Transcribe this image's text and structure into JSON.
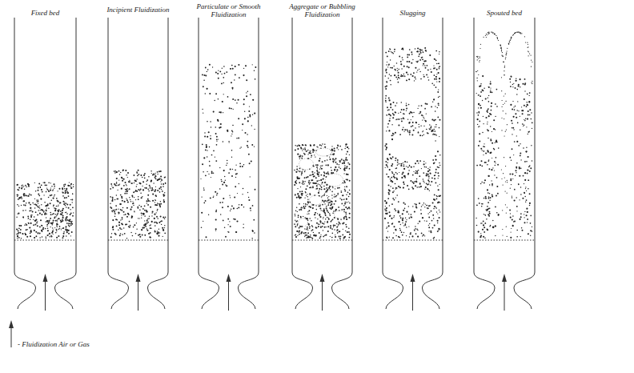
{
  "diagram": {
    "labels": [
      "Fixed bed",
      "Incipient Fluidization",
      "Particulate or Smooth Fluidization",
      "Aggregate or Bubbling Fluidization",
      "Slugging",
      "Spouted bed"
    ],
    "legend": [
      {
        "text": "- Fluidization Air or Gas"
      }
    ]
  }
}
